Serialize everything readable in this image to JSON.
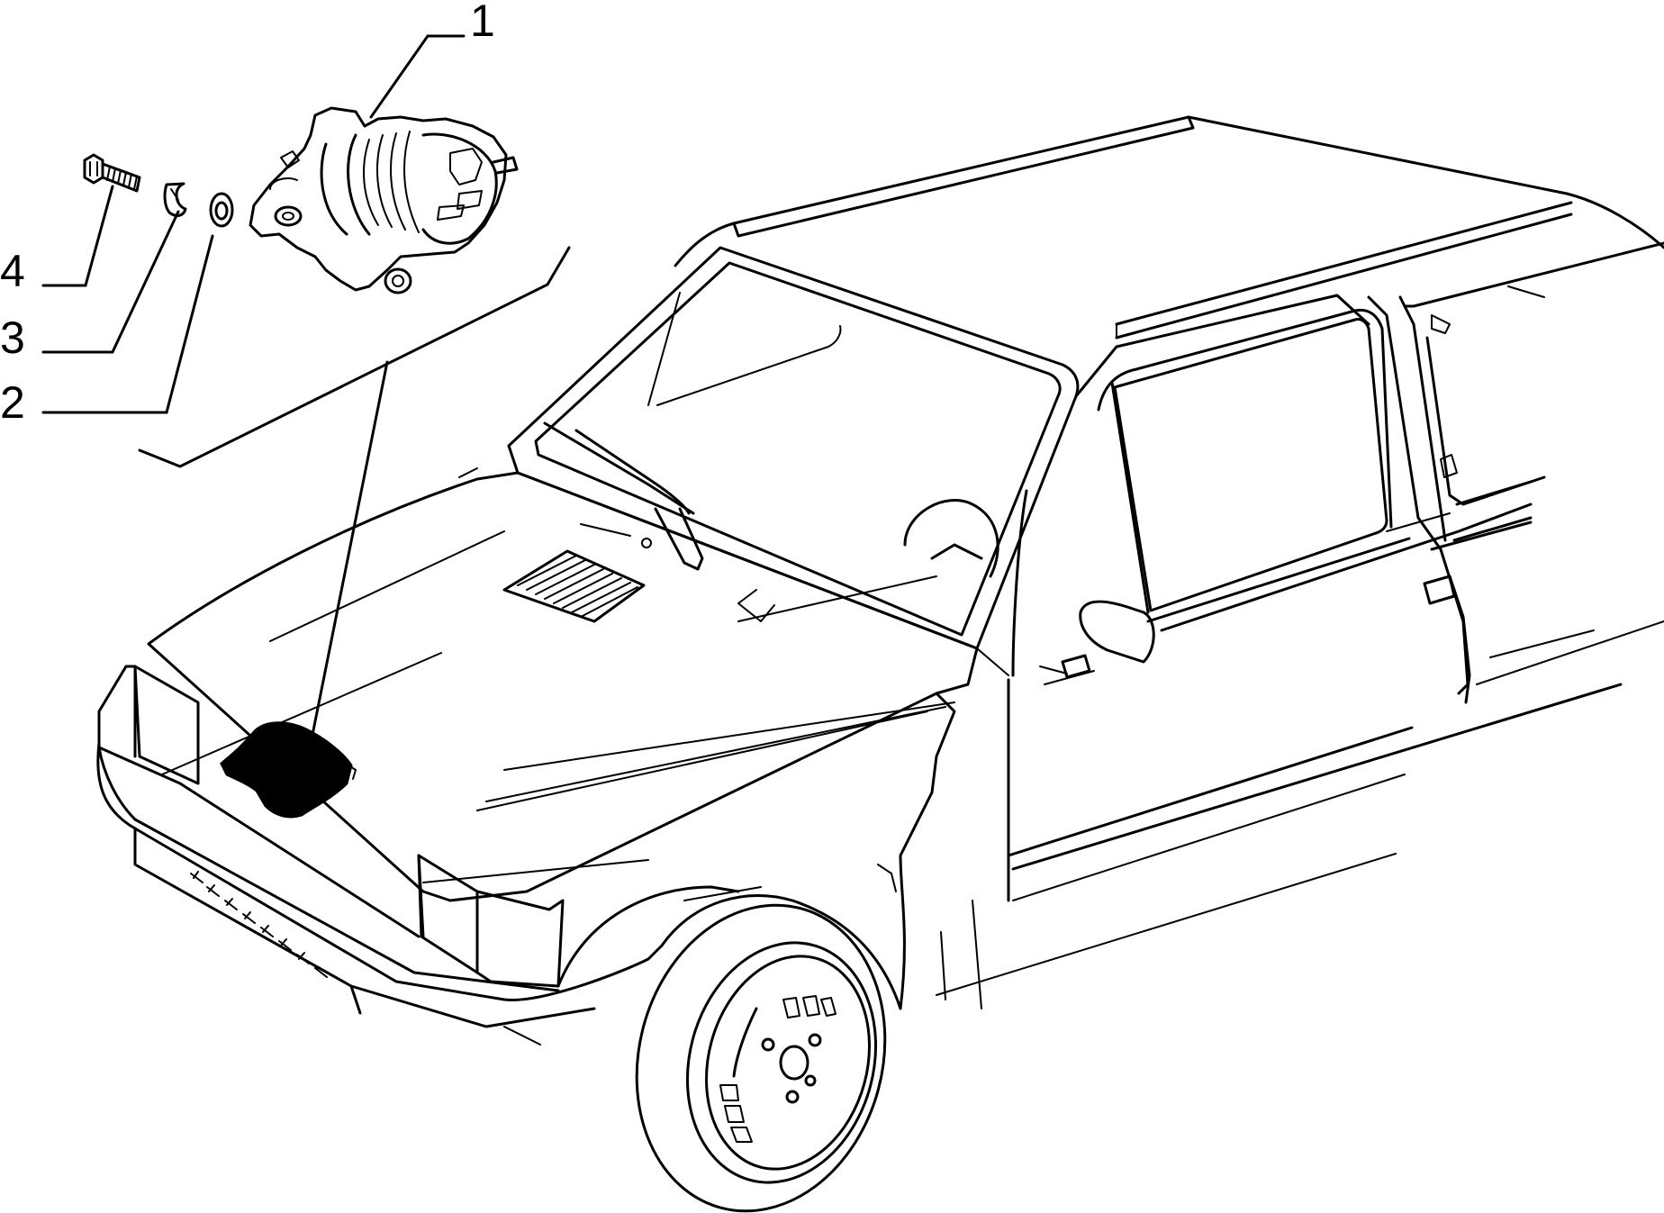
{
  "callouts": [
    {
      "id": "1",
      "label": "1",
      "part": "alternator"
    },
    {
      "id": "2",
      "label": "2",
      "part": "washer"
    },
    {
      "id": "3",
      "label": "3",
      "part": "spring-washer"
    },
    {
      "id": "4",
      "label": "4",
      "part": "bolt"
    }
  ],
  "colors": {
    "line": "#000000",
    "background": "#ffffff"
  }
}
